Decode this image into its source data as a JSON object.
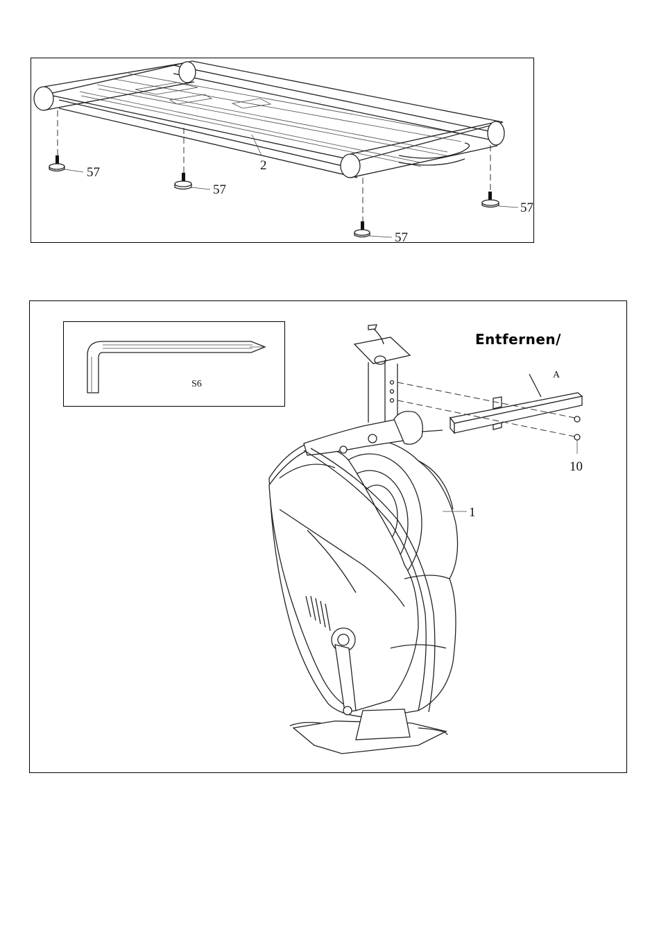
{
  "top_diagram": {
    "frame_label": "2",
    "feet_labels": [
      "57",
      "57",
      "57",
      "57"
    ]
  },
  "bottom_diagram": {
    "heading": "Entfernen/",
    "tool_label": "S6",
    "part_A": "A",
    "part_screws": "10",
    "part_main": "1"
  }
}
